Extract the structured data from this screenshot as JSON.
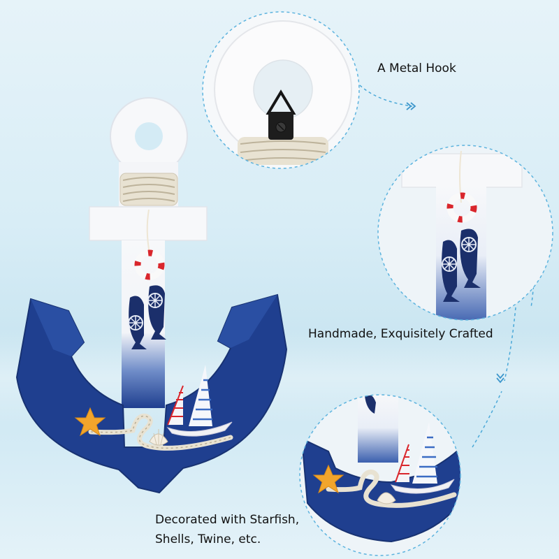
{
  "callouts": {
    "hook": "A Metal Hook",
    "crafted": "Handmade, Exquisitely Crafted",
    "decor_line1": "Decorated with Starfish,",
    "decor_line2": "Shells, Twine, etc."
  },
  "colors": {
    "navy": "#1f3f8f",
    "white": "#f7f8fa",
    "rope": "#e8e2d2",
    "starfish": "#f2a52c",
    "red_stripe": "#d9262c",
    "dashed_line": "#4aa8d8"
  },
  "icons": [
    "anchor",
    "metal-hook",
    "life-ring",
    "fish",
    "ship-wheel",
    "sailboat",
    "starfish",
    "seashell",
    "rope"
  ]
}
